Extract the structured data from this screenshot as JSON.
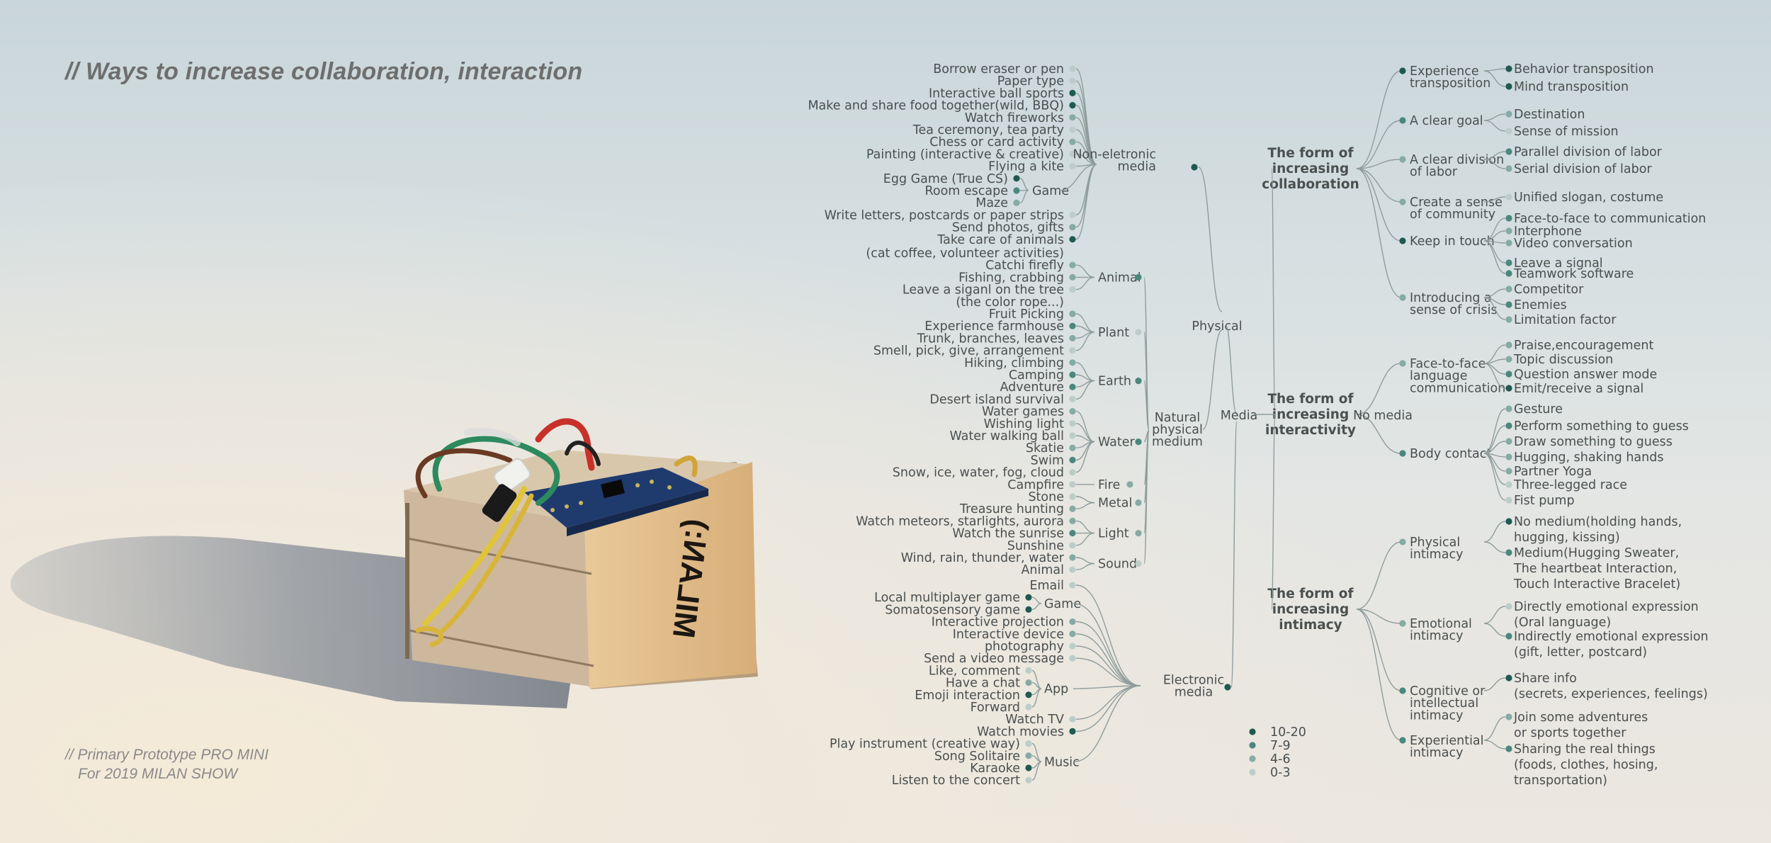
{
  "title": "// Ways to increase collaboration, interaction",
  "caption": [
    "// Primary Prototype PRO MINI",
    "For 2019 MILAN SHOW"
  ],
  "device_label": "MILAN:)",
  "colors": {
    "level_10_20": "#1e5a52",
    "level_7_9": "#4a877d",
    "level_4_6": "#86aaa4",
    "level_0_3": "#bccdc9",
    "line": "#8f9d9c",
    "text": "#4a4f4f"
  },
  "legend": [
    {
      "label": "10-20",
      "level": 3
    },
    {
      "label": "7-9",
      "level": 2
    },
    {
      "label": "4-6",
      "level": 1
    },
    {
      "label": "0-3",
      "level": 0
    }
  ],
  "center": "Media",
  "physical": {
    "label": "Physical",
    "non_electronic": {
      "label": [
        "Non-eletronic",
        "media"
      ],
      "items": [
        {
          "t": [
            "Borrow eraser or pen"
          ],
          "l": 0
        },
        {
          "t": [
            "Paper type"
          ],
          "l": 0
        },
        {
          "t": [
            "Interactive ball sports"
          ],
          "l": 3
        },
        {
          "t": [
            "Make and share food together(wild, BBQ)"
          ],
          "l": 3
        },
        {
          "t": [
            "Watch fireworks"
          ],
          "l": 1
        },
        {
          "t": [
            "Tea ceremony, tea party"
          ],
          "l": 0
        },
        {
          "t": [
            "Chess or card activity"
          ],
          "l": 1
        },
        {
          "t": [
            "Painting (interactive & creative)"
          ],
          "l": 0
        },
        {
          "t": [
            "Flying a kite"
          ],
          "l": 0
        },
        {
          "t": [
            "Game"
          ],
          "l": -1,
          "children": [
            {
              "t": "Egg Game (True CS)",
              "l": 3
            },
            {
              "t": "Room escape",
              "l": 2
            },
            {
              "t": "Maze",
              "l": 1
            }
          ]
        },
        {
          "t": [
            "Write letters, postcards or paper strips"
          ],
          "l": 0
        },
        {
          "t": [
            "Send photos, gifts"
          ],
          "l": 1
        },
        {
          "t": [
            "Take care of animals"
          ],
          "l": 3
        }
      ]
    },
    "natural": {
      "label": [
        "Natural",
        "physical",
        "medium"
      ],
      "groups": [
        {
          "label": "Animal",
          "l": 2,
          "items": [
            {
              "t": "(cat coffee, volunteer activities)",
              "l": -1
            },
            {
              "t": "Catchi firefly",
              "l": 1
            },
            {
              "t": "Fishing, crabbing",
              "l": 1
            },
            {
              "t": "Leave a siganl on the tree",
              "l": 0
            },
            {
              "t": "(the color rope...)",
              "l": -1
            }
          ]
        },
        {
          "label": "Plant",
          "l": 0,
          "items": [
            {
              "t": "Fruit Picking",
              "l": 1
            },
            {
              "t": "Experience farmhouse",
              "l": 2
            },
            {
              "t": "Trunk, branches, leaves",
              "l": 1
            },
            {
              "t": "Smell, pick, give, arrangement",
              "l": 0
            }
          ]
        },
        {
          "label": "Earth",
          "l": 2,
          "items": [
            {
              "t": "Hiking, climbing",
              "l": 1
            },
            {
              "t": "Camping",
              "l": 2
            },
            {
              "t": "Adventure",
              "l": 2
            },
            {
              "t": "Desert island survival",
              "l": 0
            }
          ]
        },
        {
          "label": "Water",
          "l": 2,
          "items": [
            {
              "t": "Water games",
              "l": 1
            },
            {
              "t": "Wishing light",
              "l": 0
            },
            {
              "t": "Water walking ball",
              "l": 0
            },
            {
              "t": "Skatie",
              "l": 1
            },
            {
              "t": "Swim",
              "l": 2
            },
            {
              "t": "Snow, ice, water, fog, cloud",
              "l": 0
            }
          ]
        },
        {
          "label": "Fire",
          "l": 1,
          "items": [
            {
              "t": "Campfire",
              "l": 0
            }
          ]
        },
        {
          "label": "Metal",
          "l": 1,
          "items": [
            {
              "t": "Stone",
              "l": 0
            },
            {
              "t": "Treasure hunting",
              "l": 1
            }
          ]
        },
        {
          "label": "Light",
          "l": 1,
          "items": [
            {
              "t": "Watch meteors, starlights, aurora",
              "l": 1
            },
            {
              "t": "Watch the sunrise",
              "l": 2
            },
            {
              "t": "Sunshine",
              "l": 0
            }
          ]
        },
        {
          "label": "Sound",
          "l": 0,
          "items": [
            {
              "t": "Wind, rain, thunder, water",
              "l": 1
            },
            {
              "t": "Animal",
              "l": 0
            }
          ]
        }
      ]
    }
  },
  "electronic": {
    "label": [
      "Electronic",
      "media"
    ],
    "items": [
      {
        "t": "Email",
        "l": 0
      },
      {
        "t": "Game",
        "l": -1,
        "children": [
          {
            "t": "Local multiplayer game",
            "l": 3
          },
          {
            "t": "Somatosensory game",
            "l": 3
          }
        ]
      },
      {
        "t": "Interactive projection",
        "l": 1
      },
      {
        "t": "Interactive device",
        "l": 1
      },
      {
        "t": "photography",
        "l": 0
      },
      {
        "t": "Send a video message",
        "l": 0
      },
      {
        "t": "App",
        "l": -1,
        "children": [
          {
            "t": "Like, comment",
            "l": 0
          },
          {
            "t": "Have a chat",
            "l": 1
          },
          {
            "t": "Emoji interaction",
            "l": 3
          },
          {
            "t": "Forward",
            "l": 0
          }
        ]
      },
      {
        "t": "Watch TV",
        "l": 0
      },
      {
        "t": "Watch movies",
        "l": 3
      },
      {
        "t": "Music",
        "l": -1,
        "children": [
          {
            "t": "Play instrument (creative way)",
            "l": 0
          },
          {
            "t": "Song Solitaire",
            "l": 1
          },
          {
            "t": "Karaoke",
            "l": 3
          },
          {
            "t": "Listen to the concert",
            "l": 0
          }
        ]
      }
    ]
  },
  "no_media": "No media",
  "forms": [
    {
      "label": [
        "The form of",
        "increasing",
        "collaboration"
      ],
      "branches": [
        {
          "t": [
            "Experience",
            "transposition"
          ],
          "l": 3,
          "leaves": [
            {
              "t": [
                "Behavior transposition"
              ],
              "l": 3
            },
            {
              "t": [
                "Mind transposition"
              ],
              "l": 3
            }
          ]
        },
        {
          "t": [
            "A clear goal"
          ],
          "l": 2,
          "leaves": [
            {
              "t": [
                "Destination"
              ],
              "l": 1
            },
            {
              "t": [
                "Sense of mission"
              ],
              "l": 0
            }
          ]
        },
        {
          "t": [
            "A clear division",
            "of labor"
          ],
          "l": 1,
          "leaves": [
            {
              "t": [
                "Parallel division of labor"
              ],
              "l": 2
            },
            {
              "t": [
                "Serial division of labor"
              ],
              "l": 1
            }
          ]
        },
        {
          "t": [
            "Create a sense",
            "of community"
          ],
          "l": 1,
          "leaves": [
            {
              "t": [
                "Unified slogan, costume"
              ],
              "l": 0
            }
          ]
        },
        {
          "t": [
            "Keep in touch"
          ],
          "l": 3,
          "leaves": [
            {
              "t": [
                "Face-to-face to communication"
              ],
              "l": 2
            },
            {
              "t": [
                "Interphone"
              ],
              "l": 1
            },
            {
              "t": [
                "Video conversation"
              ],
              "l": 1
            },
            {
              "t": [
                "Leave a signal"
              ],
              "l": 2
            },
            {
              "t": [
                "Teamwork software"
              ],
              "l": 2
            }
          ]
        },
        {
          "t": [
            "Introducing a",
            "sense of crisis"
          ],
          "l": 1,
          "leaves": [
            {
              "t": [
                "Competitor"
              ],
              "l": 1
            },
            {
              "t": [
                "Enemies"
              ],
              "l": 2
            },
            {
              "t": [
                "Limitation factor"
              ],
              "l": 1
            }
          ]
        }
      ]
    },
    {
      "label": [
        "The form of",
        "increasing",
        "interactivity"
      ],
      "branches": [
        {
          "t": [
            "Face-to-face",
            "language",
            "communication"
          ],
          "l": 1,
          "leaves": [
            {
              "t": [
                "Praise,encouragement"
              ],
              "l": 1
            },
            {
              "t": [
                "Topic discussion"
              ],
              "l": 1
            },
            {
              "t": [
                "Question answer mode"
              ],
              "l": 2
            },
            {
              "t": [
                "Emit/receive a signal"
              ],
              "l": 3
            }
          ]
        },
        {
          "t": [
            "Body contact"
          ],
          "l": 2,
          "leaves": [
            {
              "t": [
                "Gesture"
              ],
              "l": 1
            },
            {
              "t": [
                "Perform something to guess"
              ],
              "l": 2
            },
            {
              "t": [
                "Draw something to guess"
              ],
              "l": 1
            },
            {
              "t": [
                "Hugging, shaking hands"
              ],
              "l": 1
            },
            {
              "t": [
                "Partner Yoga"
              ],
              "l": 1
            },
            {
              "t": [
                "Three-legged race"
              ],
              "l": 0
            },
            {
              "t": [
                "Fist pump"
              ],
              "l": 0
            }
          ]
        }
      ]
    },
    {
      "label": [
        "The form of",
        "increasing",
        "intimacy"
      ],
      "branches": [
        {
          "t": [
            "Physical",
            "intimacy"
          ],
          "l": 1,
          "leaves": [
            {
              "t": [
                "No medium(holding  hands,",
                "hugging, kissing)"
              ],
              "l": 3
            },
            {
              "t": [
                "Medium(Hugging Sweater,",
                "The heartbeat Interaction,",
                "Touch Interactive Bracelet)"
              ],
              "l": 2
            }
          ]
        },
        {
          "t": [
            "Emotional",
            "intimacy"
          ],
          "l": 1,
          "leaves": [
            {
              "t": [
                "Directly emotional expression",
                "(Oral language)"
              ],
              "l": 0
            },
            {
              "t": [
                "Indirectly emotional expression",
                "(gift, letter, postcard)"
              ],
              "l": 2
            }
          ]
        },
        {
          "t": [
            "Cognitive or",
            "intellectual",
            "intimacy"
          ],
          "l": 2,
          "leaves": [
            {
              "t": [
                "Share info",
                "(secrets, experiences, feelings)"
              ],
              "l": 3
            }
          ]
        },
        {
          "t": [
            "Experiential",
            "intimacy"
          ],
          "l": 2,
          "leaves": [
            {
              "t": [
                "Join some adventures",
                "or sports together"
              ],
              "l": 1
            },
            {
              "t": [
                "Sharing the real things",
                "(foods, clothes, hosing,",
                "transportation)"
              ],
              "l": 2
            }
          ]
        }
      ]
    }
  ]
}
